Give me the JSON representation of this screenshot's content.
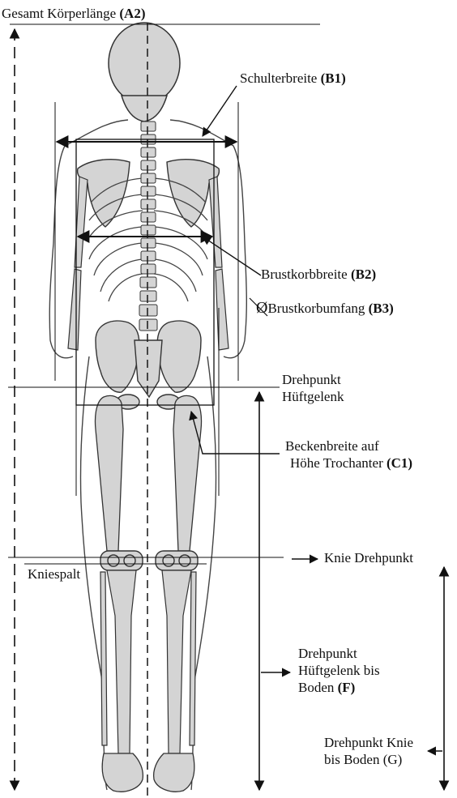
{
  "labels": {
    "total_length": {
      "text": "Gesamt Körperlänge",
      "code": "(A2)"
    },
    "shoulder_width": {
      "text": "Schulterbreite",
      "code": "(B1)"
    },
    "chest_width": {
      "text": "Brustkorbbreite",
      "code": "(B2)"
    },
    "chest_circumference": {
      "symbol": "Ø",
      "text": "Brustkorbumfang",
      "code": "(B3)"
    },
    "hip_pivot": {
      "line1": "Drehpunkt",
      "line2": "Hüftgelenk"
    },
    "pelvis_width": {
      "line1": "Beckenbreite auf",
      "line2": "Höhe Trochanter",
      "code": "(C1)"
    },
    "knee_pivot": {
      "text": "Knie Drehpunkt"
    },
    "knee_gap": {
      "text": "Kniespalt"
    },
    "hip_to_floor": {
      "line1": "Drehpunkt",
      "line2": "Hüftgelenk bis",
      "line3": "Boden",
      "code": "(F)"
    },
    "knee_to_floor": {
      "line1": "Drehpunkt Knie",
      "line2": "bis Boden (G)"
    }
  },
  "colors": {
    "ink": "#111111",
    "bone_fill": "#d4d4d4",
    "outline": "#333333"
  }
}
